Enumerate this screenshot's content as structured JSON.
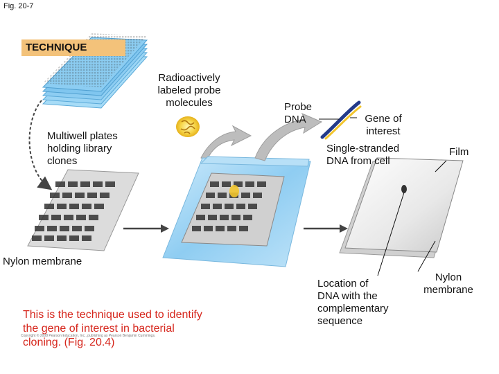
{
  "figure_label": "Fig. 20-7",
  "header": {
    "title": "TECHNIQUE"
  },
  "labels": {
    "radioactive_probe": "Radioactively\nlabeled probe\nmolecules",
    "multiwell_plates": "Multiwell plates\nholding library\nclones",
    "probe_dna": "Probe\nDNA",
    "gene_of_interest": "Gene of\ninterest",
    "single_stranded": "Single-stranded\nDNA from cell",
    "film": "Film",
    "nylon_membrane_left": "Nylon membrane",
    "nylon_membrane_right": "Nylon\nmembrane",
    "location_of_dna": "Location of\nDNA with the\ncomplementary\nsequence"
  },
  "note": "This is the technique used to identify the gene of interest in bacterial cloning. (Fig. 20.4)",
  "copyright": "Copyright © 2008 Pearson Education, Inc., publishing as Pearson Benjamin Cummings.",
  "colors": {
    "technique_bg": "#f3c27a",
    "note_text": "#d6261c",
    "plate_blue": "#7ec6ee",
    "bag_blue": "#9fd4f2",
    "membrane_gray": "#d9d9d9",
    "probe_yellow": "#f2c52d"
  }
}
